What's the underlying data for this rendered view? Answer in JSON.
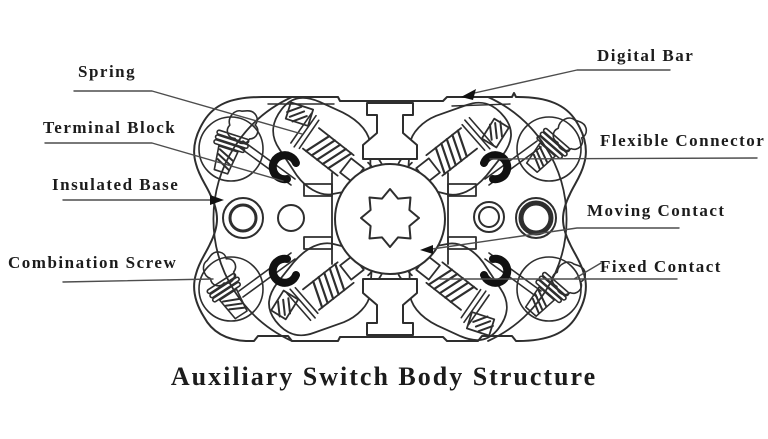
{
  "caption": "Auxiliary Switch Body Structure",
  "labels": {
    "spring": "Spring",
    "terminal_block": "Terminal Block",
    "insulated_base": "Insulated Base",
    "combination_screw": "Combination Screw",
    "digital_bar": "Digital Bar",
    "flexible_connector": "Flexible Connector",
    "moving_contact": "Moving Contact",
    "fixed_contact": "Fixed Contact"
  },
  "colors": {
    "background": "#ffffff",
    "line": "#2e2e2e",
    "leader_line": "#4d4d4d",
    "text": "#1c1c1c"
  }
}
